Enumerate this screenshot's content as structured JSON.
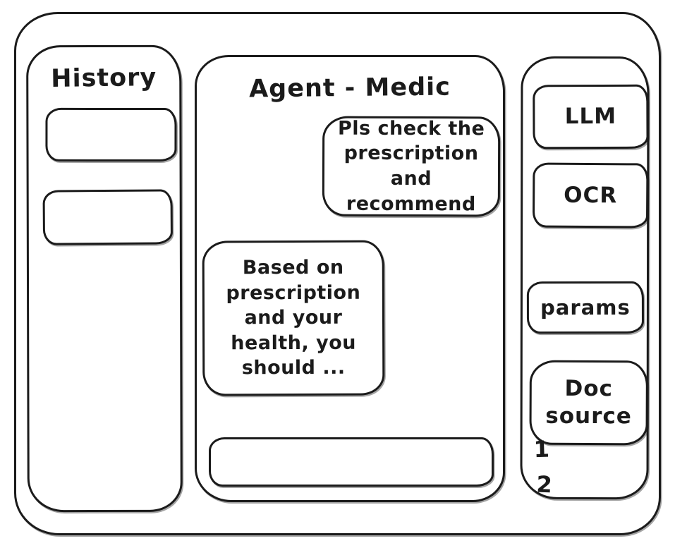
{
  "colors": {
    "ink": "#1b1b1b",
    "background": "#ffffff"
  },
  "history": {
    "title": "History",
    "items": [
      "",
      ""
    ]
  },
  "chat": {
    "title": "Agent - Medic",
    "messages": [
      {
        "role": "user",
        "text": "Pls check the\nprescription\nand recommend"
      },
      {
        "role": "agent",
        "text": "Based on\nprescription\nand your\nhealth, you\nshould ..."
      }
    ],
    "input": {
      "value": "",
      "placeholder": ""
    }
  },
  "tools": {
    "buttons": [
      {
        "id": "llm",
        "label": "LLM"
      },
      {
        "id": "ocr",
        "label": "OCR"
      },
      {
        "id": "params",
        "label": "params"
      },
      {
        "id": "doc-source",
        "label": "Doc source"
      }
    ],
    "doc_source_items": [
      "1",
      "2"
    ]
  }
}
